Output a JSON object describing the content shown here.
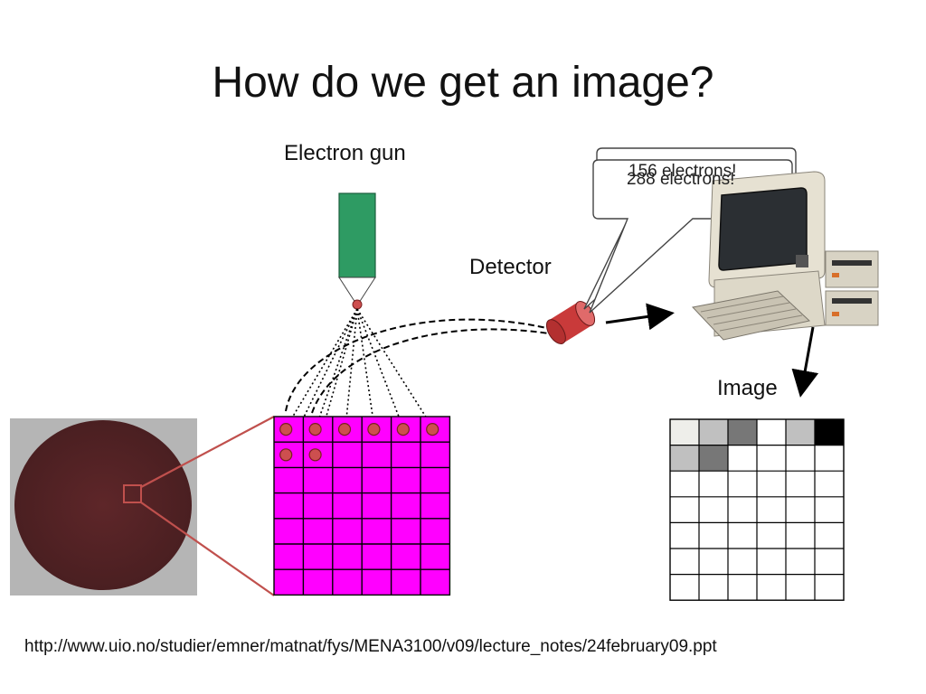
{
  "slide": {
    "title": "How do we get an image?",
    "labels": {
      "electron_gun": "Electron gun",
      "detector": "Detector",
      "image": "Image"
    },
    "callouts": {
      "back": "156 electrons!",
      "front": "288 electrons!"
    },
    "footer_url": "http://www.uio.no/studier/emner/matnat/fys/MENA3100/v09/lecture_notes/24february09.ppt"
  },
  "colors": {
    "gun_body": "#2e9b63",
    "electron": "#cd4f4f",
    "sample_grid": "#ff00ff",
    "sample_disc": "#5a2426",
    "detector": "#c93a3a",
    "zoom_lines": "#c0504d"
  },
  "scan_grid": {
    "rows": 7,
    "cols": 6,
    "electrons": [
      [
        0,
        0
      ],
      [
        0,
        1
      ],
      [
        0,
        2
      ],
      [
        0,
        3
      ],
      [
        0,
        4
      ],
      [
        0,
        5
      ],
      [
        1,
        0
      ],
      [
        1,
        1
      ]
    ]
  },
  "image_grid": {
    "rows": 7,
    "cols": 6,
    "pixels": [
      [
        0,
        0,
        "#eeeeea"
      ],
      [
        0,
        1,
        "#c0c0c0"
      ],
      [
        0,
        2,
        "#777777"
      ],
      [
        0,
        4,
        "#c0c0c0"
      ],
      [
        0,
        5,
        "#000000"
      ],
      [
        1,
        0,
        "#c0c0c0"
      ],
      [
        1,
        1,
        "#777777"
      ]
    ]
  }
}
